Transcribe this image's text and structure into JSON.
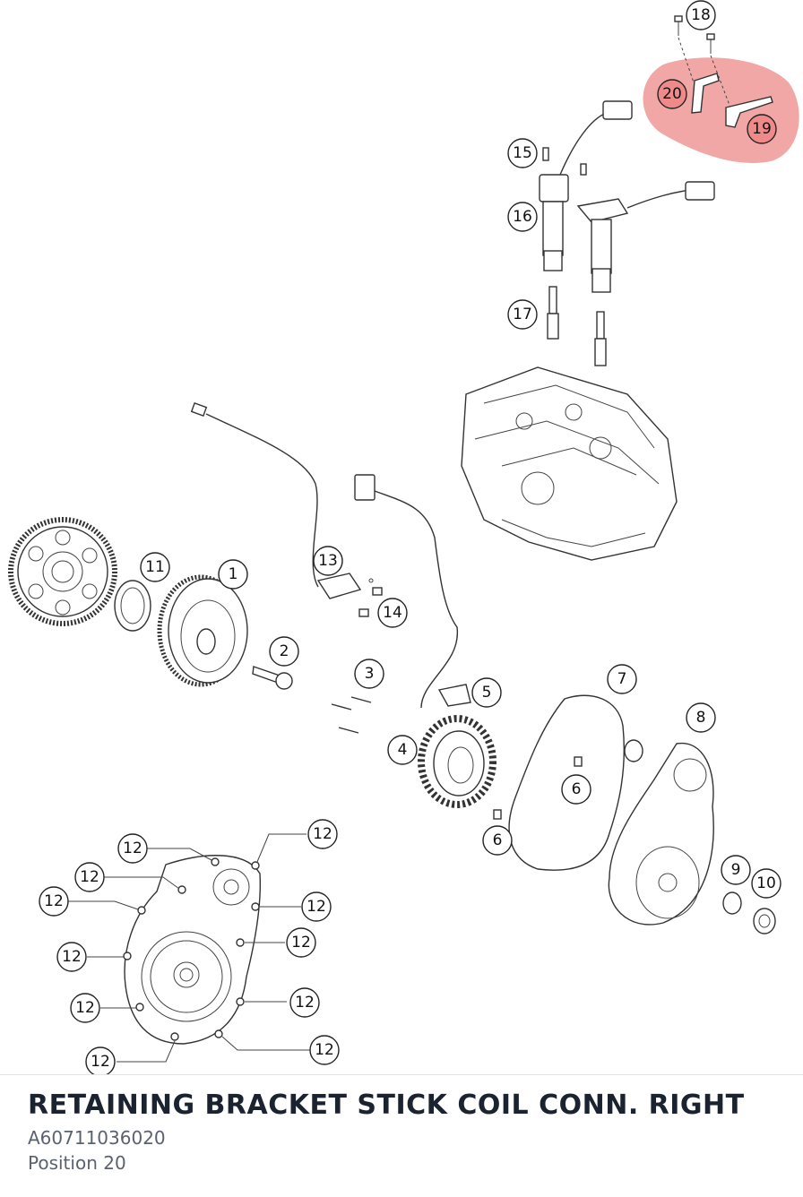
{
  "highlight_color": "#ee8a8a",
  "callouts": [
    {
      "id": "c1",
      "label": "1"
    },
    {
      "id": "c2",
      "label": "2"
    },
    {
      "id": "c3",
      "label": "3"
    },
    {
      "id": "c4",
      "label": "4"
    },
    {
      "id": "c5",
      "label": "5"
    },
    {
      "id": "c6a",
      "label": "6"
    },
    {
      "id": "c6b",
      "label": "6"
    },
    {
      "id": "c7",
      "label": "7"
    },
    {
      "id": "c8",
      "label": "8"
    },
    {
      "id": "c9",
      "label": "9"
    },
    {
      "id": "c10",
      "label": "10"
    },
    {
      "id": "c11",
      "label": "11"
    },
    {
      "id": "c12a",
      "label": "12"
    },
    {
      "id": "c12b",
      "label": "12"
    },
    {
      "id": "c12c",
      "label": "12"
    },
    {
      "id": "c12d",
      "label": "12"
    },
    {
      "id": "c12e",
      "label": "12"
    },
    {
      "id": "c12f",
      "label": "12"
    },
    {
      "id": "c12g",
      "label": "12"
    },
    {
      "id": "c12h",
      "label": "12"
    },
    {
      "id": "c12i",
      "label": "12"
    },
    {
      "id": "c12j",
      "label": "12"
    },
    {
      "id": "c12k",
      "label": "12"
    },
    {
      "id": "c13",
      "label": "13"
    },
    {
      "id": "c14",
      "label": "14"
    },
    {
      "id": "c15",
      "label": "15"
    },
    {
      "id": "c16",
      "label": "16"
    },
    {
      "id": "c17",
      "label": "17"
    },
    {
      "id": "c18",
      "label": "18"
    },
    {
      "id": "c19",
      "label": "19"
    },
    {
      "id": "c20",
      "label": "20"
    }
  ],
  "part": {
    "name": "RETAINING BRACKET STICK COIL CONN. RIGHT",
    "number": "A60711036020",
    "position": "Position 20"
  }
}
